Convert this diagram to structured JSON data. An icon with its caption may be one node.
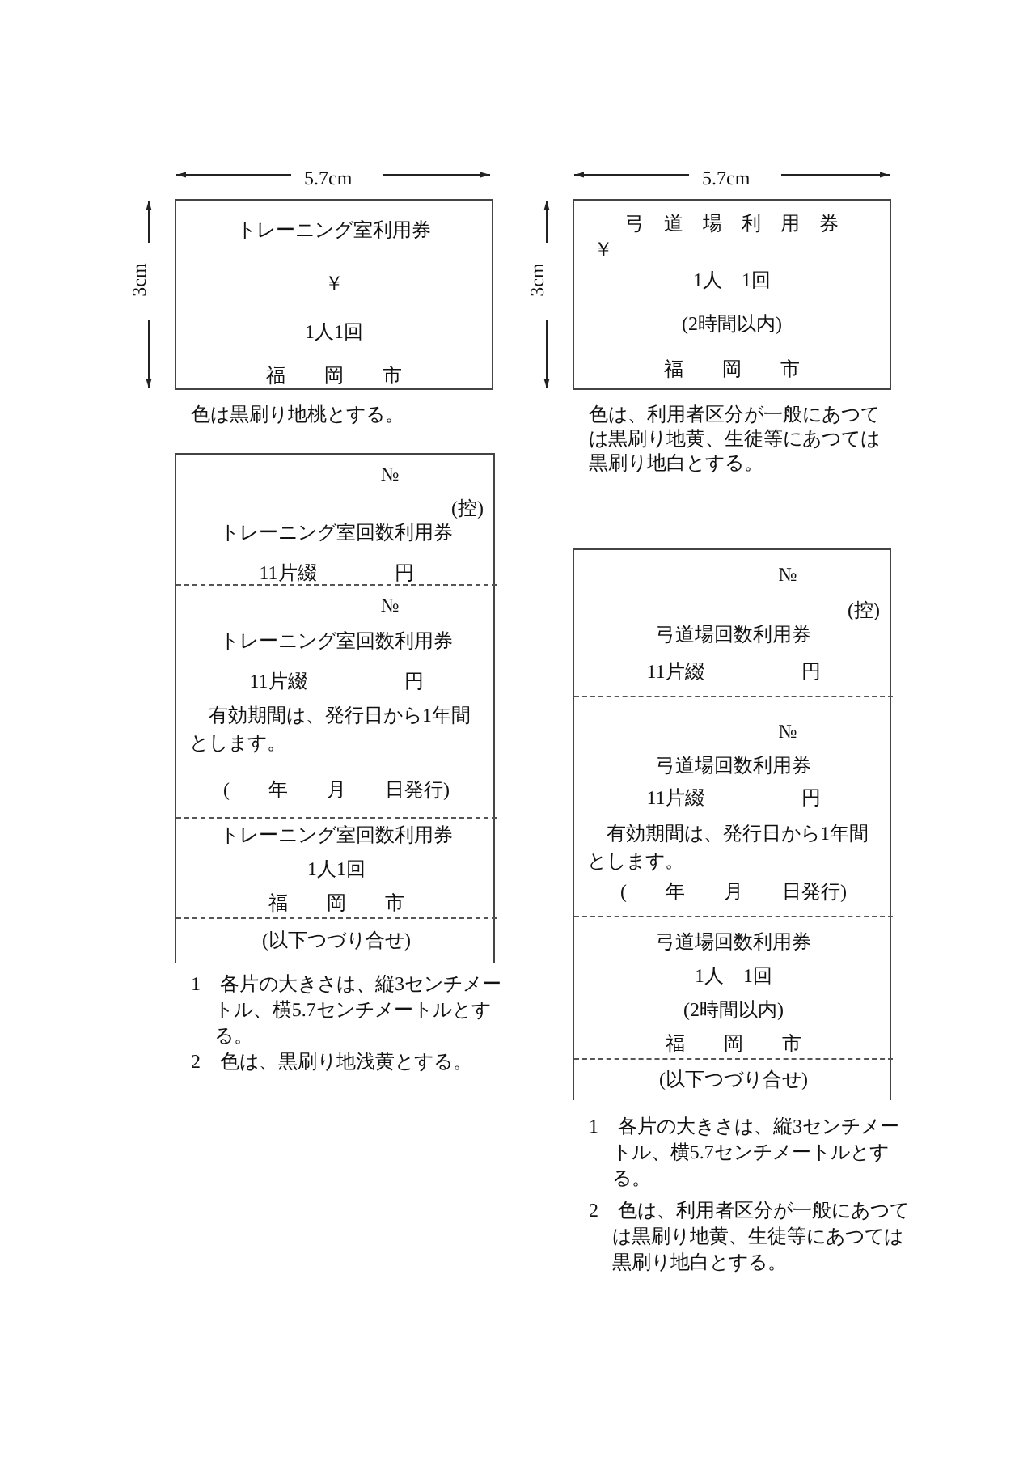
{
  "diagram": {
    "nodes": [
      {
        "text": [
          "トレーニング室利用券",
          "￥",
          "1人1回",
          "福　　岡　　市"
        ],
        "beside": [
          "色は黒刷り地桃とする。"
        ]
      },
      {
        "text": [
          "弓　道　場　利　用　券",
          "￥",
          "1人　1回",
          "(2時間以内)",
          "福　　岡　　市"
        ],
        "beside": [
          "色は、利用者区分が一般にあつては黒刷り地黄、生徒等にあつては黒刷り地白とする。"
        ]
      },
      {
        "text": [],
        "shape": "box"
      },
      {
        "text": [
          "№",
          "(控)",
          "トレーニング室回数利用券",
          "11片綴　　　　円"
        ],
        "in": 2
      },
      {
        "text": [
          "№",
          "トレーニング室回数利用券",
          "11片綴　　　　　円",
          "有効期間は、発行日から1年間とします。",
          "(　　年　　月　　日発行)"
        ],
        "in": 2
      },
      {
        "text": [
          "トレーニング室回数利用券",
          "1人1回",
          "福　　岡　　市"
        ],
        "in": 2
      },
      {
        "text": [
          "(以下つづり合せ)"
        ],
        "in": 2
      },
      {
        "text": [],
        "shape": "box"
      },
      {
        "text": [
          "№",
          "(控)",
          "弓道場回数利用券",
          "11片綴　　　　　円"
        ],
        "in": 7
      },
      {
        "text": [
          "№",
          "弓道場回数利用券",
          "11片綴　　　　　円",
          "有効期間は、発行日から1年間とします。",
          "(　　年　　月　　日発行)"
        ],
        "in": 7
      },
      {
        "text": [
          "弓道場回数利用券",
          "1人　1回",
          "(2時間以内)",
          "福　　岡　　市"
        ],
        "in": 7
      },
      {
        "text": [
          "(以下つづり合せ)"
        ],
        "in": 7
      }
    ],
    "edges": [],
    "labels": [
      "5.7cm",
      "5.7cm",
      "3cm",
      "3cm",
      "1　各片の大きさは、縦3センチメートル、横5.7センチメートルとする。",
      "2　色は、黒刷り地浅黄とする。",
      "1　各片の大きさは、縦3センチメートル、横5.7センチメートルとする。",
      "2　色は、利用者区分が一般にあつては黒刷り地黄、生徒等にあつては黒刷り地白とする。"
    ]
  }
}
